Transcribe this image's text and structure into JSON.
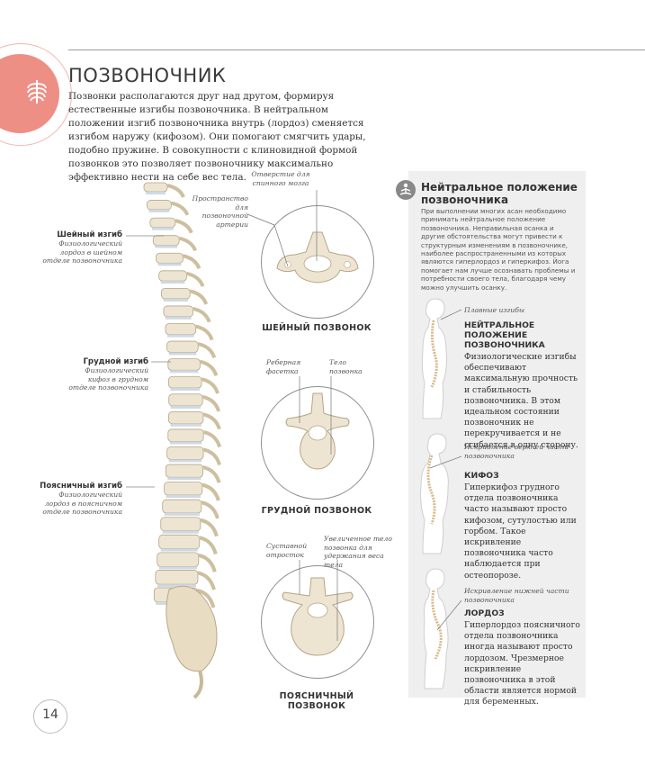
{
  "page": {
    "title": "ПОЗВОНОЧНИК",
    "intro": "Позвонки располагаются друг над другом, формируя естественные изгибы позвоночника. В нейтральном положении изгиб позвоночника внутрь (лордоз) сменяется изгибом наружу (кифозом). Они помогают смягчить удары, подобно пружине. В совокупности с клиновидной формой позвонков это позволяет позвоночнику максимально эффективно нести на себе вес тела.",
    "page_number": "14",
    "badge_icon": "ribcage-icon"
  },
  "spine_labels": {
    "cervical": {
      "title": "Шейный изгиб",
      "desc": "Физиологический лордоз в шейном отделе позвоночника"
    },
    "thoracic": {
      "title": "Грудной изгиб",
      "desc": "Физиологический кифоз в грудном отделе позвоночника"
    },
    "lumbar": {
      "title": "Поясничный изгиб",
      "desc": "Физиологический лордоз в поясничном отделе позвоночника"
    }
  },
  "vertebrae": {
    "cervical": {
      "caption": "ШЕЙНЫЙ ПОЗВОНОК",
      "label_foramen": "Отверстие для спинного мозга",
      "label_artery": "Пространство для позвоночной артерии"
    },
    "thoracic": {
      "caption": "ГРУДНОЙ ПОЗВОНОК",
      "label_facet": "Реберная фасетка",
      "label_body": "Тело позвонка"
    },
    "lumbar": {
      "caption": "ПОЯСНИЧНЫЙ ПОЗВОНОК",
      "label_joint": "Суставной отросток",
      "label_body": "Увеличенное тело позвонка для удержания веса тела"
    }
  },
  "panel": {
    "icon": "meditation-icon",
    "title": "Нейтральное положение позвоночника",
    "intro": "При выполнении многих асан необходимо принимать нейтральное положение позвоночника. Неправильная осанка и другие обстоятельства могут привести к структурным изменениям в позвоночнике, наиболее распространенными из которых являются гиперлордоз и гиперкифоз. Йога помогает нам лучше осознавать проблемы и потребности своего тела, благодаря чему можно улучшить осанку.",
    "items": [
      {
        "tag": "Плавные изгибы",
        "heading": "НЕЙТРАЛЬНОЕ ПОЛОЖЕНИЕ ПОЗВОНОЧНИКА",
        "body": "Физиологические изгибы обеспечивают максимальную прочность и стабильность позвоночника. В этом идеальном состоянии позвоночник не перекручивается и не сгибается в одну сторону."
      },
      {
        "tag": "Искривление верхней части позвоночника",
        "heading": "КИФОЗ",
        "body": "Гиперкифоз грудного отдела позвоночника часто называют просто кифозом, сутулостью или горбом. Такое искривление позвоночника часто наблюдается при остеопорозе."
      },
      {
        "tag": "Искривление нижней части позвоночника",
        "heading": "ЛОРДОЗ",
        "body": "Гиперлордоз поясничного отдела позвоночника иногда называют просто лордозом. Чрезмерное искривление позвоночника в этой области является нормой для беременных."
      }
    ]
  },
  "colors": {
    "accent": "#ee8f86",
    "bone": "#ede5d2",
    "panel": "#efefef",
    "cartilage": "#cfd9e4"
  }
}
